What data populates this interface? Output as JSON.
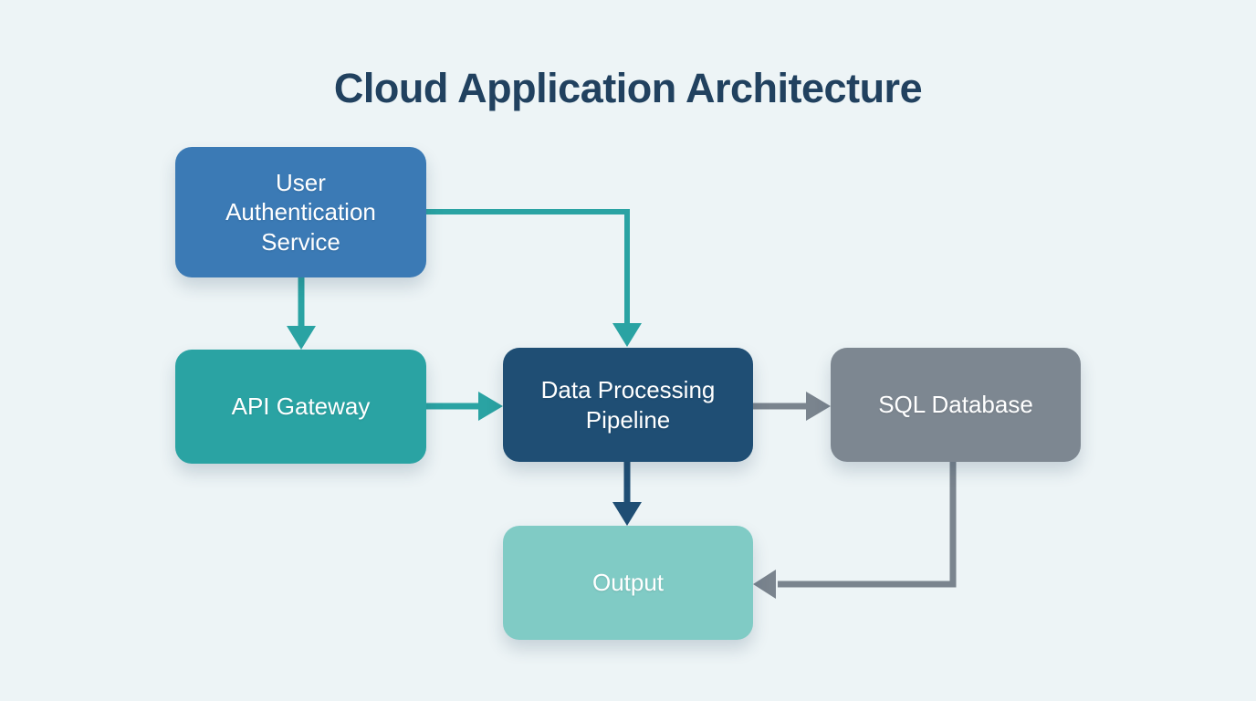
{
  "title": "Cloud Application Architecture",
  "diagram_type": "flowchart",
  "colors": {
    "background": "#edf4f6",
    "title": "#21415f",
    "teal_arrow": "#2aa3a3",
    "gray_arrow": "#7a848e",
    "navy_arrow": "#1f4e74"
  },
  "nodes": {
    "auth": {
      "label": "User\nAuthentication\nService",
      "color": "#3b7ab5"
    },
    "gateway": {
      "label": "API Gateway",
      "color": "#2aa3a3"
    },
    "pipeline": {
      "label": "Data Processing\nPipeline",
      "color": "#1f4e74"
    },
    "database": {
      "label": "SQL Database",
      "color": "#7d8791"
    },
    "output": {
      "label": "Output",
      "color": "#80cbc5"
    }
  },
  "edges": [
    {
      "from": "User Authentication Service",
      "to": "API Gateway",
      "color": "#2aa3a3",
      "route": "straight-down"
    },
    {
      "from": "User Authentication Service",
      "to": "Data Processing Pipeline",
      "color": "#2aa3a3",
      "route": "right-then-down"
    },
    {
      "from": "API Gateway",
      "to": "Data Processing Pipeline",
      "color": "#2aa3a3",
      "route": "straight-right"
    },
    {
      "from": "Data Processing Pipeline",
      "to": "SQL Database",
      "color": "#7a848e",
      "route": "straight-right"
    },
    {
      "from": "Data Processing Pipeline",
      "to": "Output",
      "color": "#1f4e74",
      "route": "straight-down"
    },
    {
      "from": "SQL Database",
      "to": "Output",
      "color": "#7a848e",
      "route": "down-then-left"
    }
  ]
}
